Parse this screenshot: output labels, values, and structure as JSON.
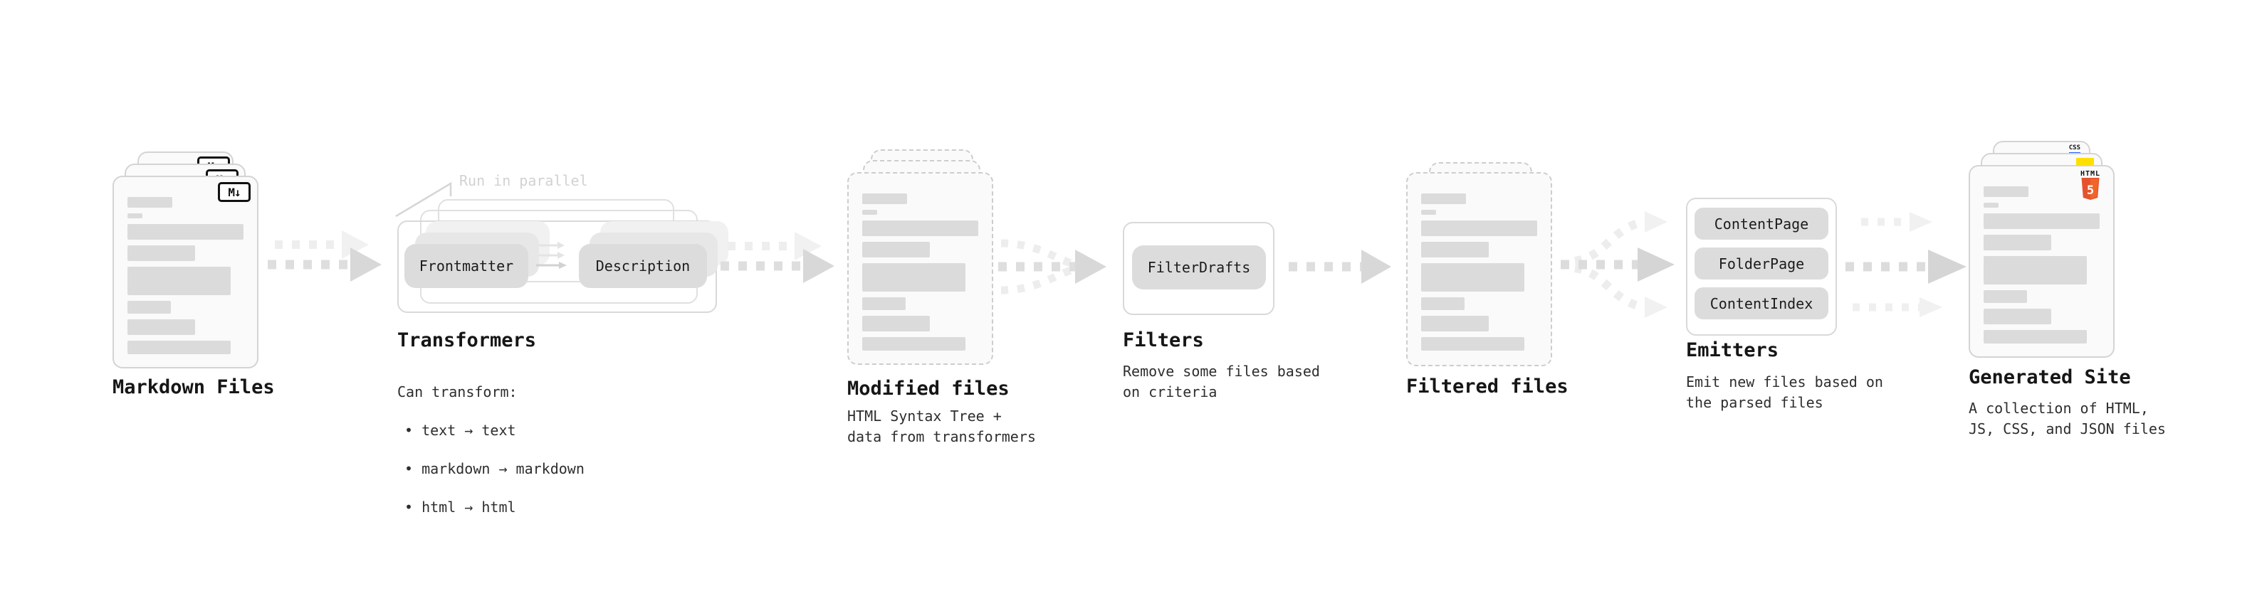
{
  "palette": {
    "bar_gray": "#dbdbdb",
    "card_bg": "#fafafa",
    "border_gray": "#d4d4d4",
    "pill_gray": "#dcdcdc",
    "arrow_gray": "#dedede",
    "arrow_light": "#efefef",
    "note_gray": "#d2d2d2",
    "html5_orange": "#e5532c",
    "js_yellow": "#ffdf00",
    "css_blue": "#2962ff"
  },
  "stages": {
    "markdown_files": {
      "label": "Markdown Files",
      "badge": "M↓"
    },
    "transformers": {
      "label": "Transformers",
      "note": "Run in parallel",
      "pills": [
        "Frontmatter",
        "Description"
      ],
      "caption_title": "Can transform:",
      "bullets": [
        "• text → text",
        "• markdown → markdown",
        "• html → html"
      ]
    },
    "modified_files": {
      "label": "Modified files",
      "caption": "HTML Syntax Tree +\ndata from transformers"
    },
    "filters": {
      "label": "Filters",
      "pills": [
        "FilterDrafts"
      ],
      "caption": "Remove some files based\non criteria"
    },
    "filtered_files": {
      "label": "Filtered files"
    },
    "emitters": {
      "label": "Emitters",
      "pills": [
        "ContentPage",
        "FolderPage",
        "ContentIndex"
      ],
      "caption": "Emit new files based on\nthe parsed files"
    },
    "generated_site": {
      "label": "Generated Site",
      "caption": "A collection of HTML,\nJS, CSS, and JSON files",
      "badges": {
        "css": "CSS",
        "html_word": "HTML",
        "html_five": "5"
      }
    }
  }
}
